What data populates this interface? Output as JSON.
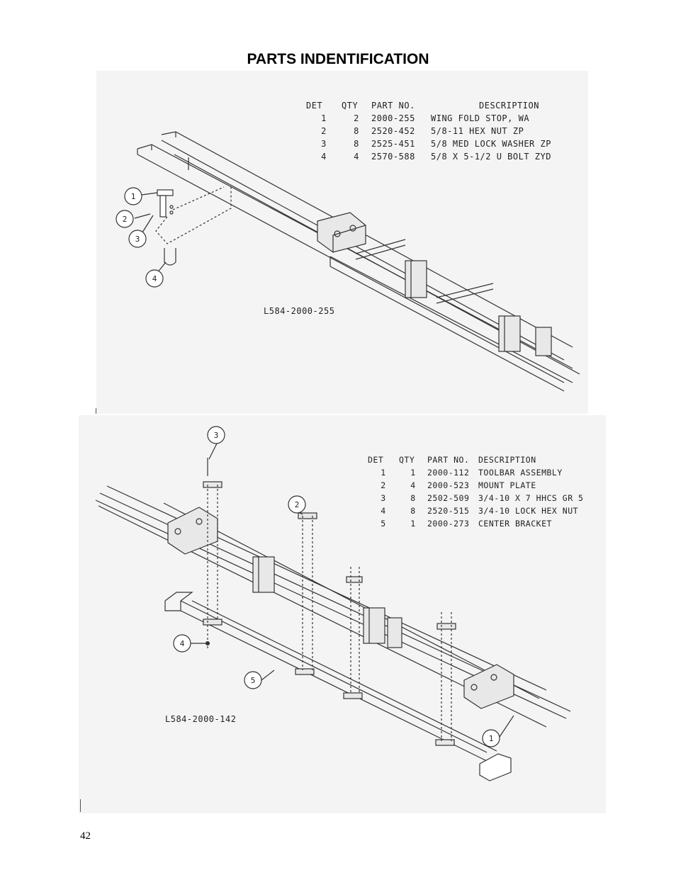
{
  "page": {
    "title": "PARTS INDENTIFICATION",
    "number": "42"
  },
  "diagram_top": {
    "drawing_number": "L584-2000-255",
    "columns": [
      "DET",
      "QTY",
      "PART NO.",
      "DESCRIPTION"
    ],
    "rows": [
      {
        "det": "1",
        "qty": "2",
        "part_no": "2000-255",
        "description": "WING FOLD STOP, WA"
      },
      {
        "det": "2",
        "qty": "8",
        "part_no": "2520-452",
        "description": "5/8-11 HEX NUT ZP"
      },
      {
        "det": "3",
        "qty": "8",
        "part_no": "2525-451",
        "description": "5/8 MED LOCK WASHER ZP"
      },
      {
        "det": "4",
        "qty": "4",
        "part_no": "2570-588",
        "description": "5/8 X 5-1/2 U BOLT ZYD"
      }
    ],
    "callouts": [
      "1",
      "2",
      "3",
      "4"
    ]
  },
  "diagram_bottom": {
    "drawing_number": "L584-2000-142",
    "columns": [
      "DET",
      "QTY",
      "PART NO.",
      "DESCRIPTION"
    ],
    "rows": [
      {
        "det": "1",
        "qty": "1",
        "part_no": "2000-112",
        "description": "TOOLBAR ASSEMBLY"
      },
      {
        "det": "2",
        "qty": "4",
        "part_no": "2000-523",
        "description": "MOUNT PLATE"
      },
      {
        "det": "3",
        "qty": "8",
        "part_no": "2502-509",
        "description": "3/4-10 X 7 HHCS GR 5"
      },
      {
        "det": "4",
        "qty": "8",
        "part_no": "2520-515",
        "description": "3/4-10 LOCK HEX NUT"
      },
      {
        "det": "5",
        "qty": "1",
        "part_no": "2000-273",
        "description": "CENTER BRACKET"
      }
    ],
    "callouts": [
      "3",
      "2",
      "4",
      "5",
      "1"
    ]
  }
}
